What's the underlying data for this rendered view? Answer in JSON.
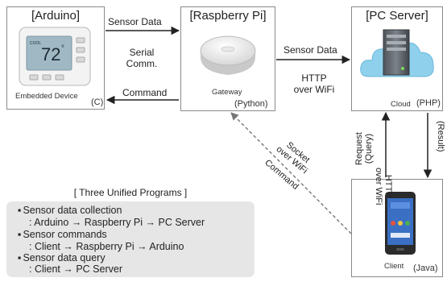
{
  "nodes": {
    "arduino": {
      "title": "[Arduino]",
      "caption": "Embedded Device",
      "lang": "(C)",
      "thermostat": {
        "temp": "72",
        "unit": "°",
        "mode": "COOL"
      }
    },
    "raspberry": {
      "title": "[Raspberry Pi]",
      "caption": "Gateway",
      "lang": "(Python)"
    },
    "server": {
      "title": "[PC Server]",
      "caption": "Cloud",
      "lang": "(PHP)"
    },
    "client": {
      "caption": "Client",
      "lang": "(Java)"
    }
  },
  "links": {
    "arduino_to_pi": "Sensor Data",
    "serial": [
      "Serial",
      "Comm."
    ],
    "pi_to_arduino": "Command",
    "pi_to_server": "Sensor Data",
    "http_pi_server": [
      "HTTP",
      "over WiFi"
    ],
    "socket": [
      "Socket",
      "over WiFi"
    ],
    "socket_command": "Command",
    "request": [
      "Request",
      "(Query)"
    ],
    "http_client_server": [
      "HTTP",
      "over WiFi"
    ],
    "result": "(Result)"
  },
  "summary": {
    "title": "[ Three Unified Programs ]",
    "items": [
      {
        "head": "Sensor data collection",
        "detail": ": Arduino → Raspberry Pi → PC Server"
      },
      {
        "head": "Sensor commands",
        "detail": ": Client → Raspberry Pi → Arduino"
      },
      {
        "head": "Sensor data query",
        "detail": ": Client → PC Server"
      }
    ]
  },
  "colors": {
    "cloud": "#8fd1ec",
    "server_body": "#6a6f76",
    "phone_screen": "#3a6fc4",
    "summary_bg": "#e6e6e6",
    "arrow": "#222222",
    "dashed_arrow": "#777777"
  },
  "icons": {
    "arduino": "thermostat-icon",
    "raspberry": "gateway-hub-icon",
    "server": "cloud-server-icon",
    "client": "smartphone-icon"
  }
}
